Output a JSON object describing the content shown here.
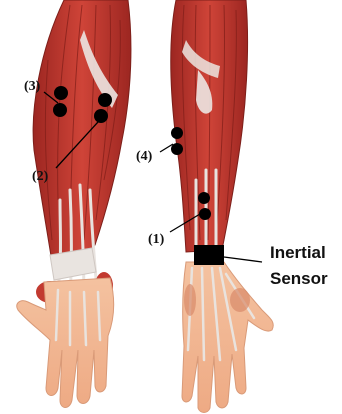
{
  "figure": {
    "callouts": [
      {
        "id": "3",
        "label": "(3)"
      },
      {
        "id": "2",
        "label": "(2)"
      },
      {
        "id": "4",
        "label": "(4)"
      },
      {
        "id": "1",
        "label": "(1)"
      }
    ],
    "sensor": {
      "line1": "Inertial",
      "line2": "Sensor"
    }
  },
  "colors": {
    "muscle": "#b8322b",
    "muscle_dark": "#8e2520",
    "muscle_light": "#d9554a",
    "tendon": "#e7e2de",
    "skin": "#f2b48f",
    "marker": "#000000"
  }
}
